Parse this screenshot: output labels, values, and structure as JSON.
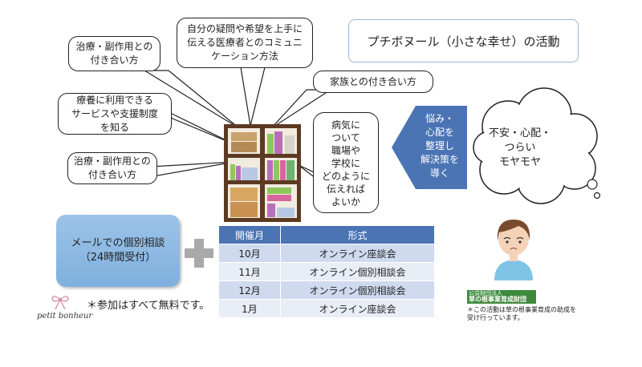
{
  "title": "プチボヌール（小さな幸せ）の活動",
  "bubbles": {
    "communication": [
      "自分の疑問や希望を上手に",
      "伝える医療者とのコミュニ",
      "ケーション方法"
    ],
    "treatment_top": [
      "治療・副作用との",
      "付き合い方"
    ],
    "family": [
      "家族との付き合い方"
    ],
    "services": [
      "療養に利用できる",
      "サービスや支援制度",
      "を知る"
    ],
    "treatment_bottom": [
      "治療・副作用との",
      "付き合い方"
    ]
  },
  "speech": [
    "病気に",
    "ついて",
    "職場や",
    "学校に",
    "どのように",
    "伝えれば",
    "よいか"
  ],
  "arrow": [
    "悩み・",
    "心配を",
    "整理し",
    "解決策を",
    "導く"
  ],
  "cloud": [
    "不安・心配・",
    "つらい",
    "モヤモヤ"
  ],
  "email_box": [
    "メールでの個別相談",
    "（24時間受付）"
  ],
  "schedule": {
    "headers": [
      "開催月",
      "形式"
    ],
    "rows": [
      [
        "10月",
        "オンライン座談会"
      ],
      [
        "11月",
        "オンライン個別相談会"
      ],
      [
        "12月",
        "オンライン個別相談会"
      ],
      [
        "1月",
        "オンライン座談会"
      ]
    ]
  },
  "note": "＊参加はすべて無料です。",
  "logo_text": "petit bonheur",
  "org": {
    "small": "公益財団法人",
    "name": "草の根事業育成財団",
    "note": [
      "＊この活動は草の根事業育成の助成を",
      "受け行っています。"
    ]
  },
  "colors": {
    "accent": "#4a74b4",
    "arrow": "#4a74b4",
    "email_box": "#8db9e3",
    "org_badge": "#3d8a3d"
  },
  "icons": [
    "bookshelf-icon",
    "plus-icon",
    "ribbon-icon",
    "worried-person-icon"
  ]
}
